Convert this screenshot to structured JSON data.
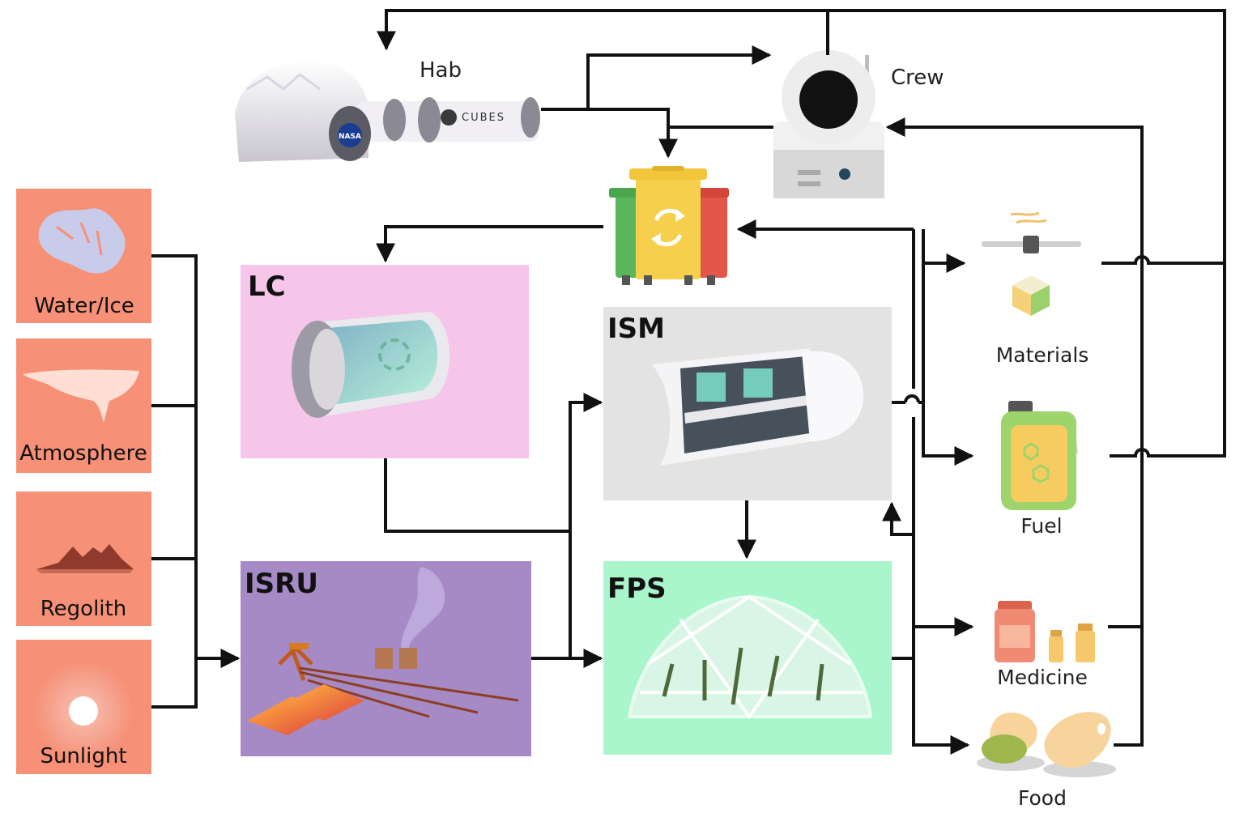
{
  "resources": [
    {
      "label": "Water/Ice",
      "icon": "water-ice-icon"
    },
    {
      "label": "Atmosphere",
      "icon": "atmosphere-icon"
    },
    {
      "label": "Regolith",
      "icon": "regolith-icon"
    },
    {
      "label": "Sunlight",
      "icon": "sunlight-icon"
    }
  ],
  "modules": {
    "lc": {
      "label": "LC",
      "color": "#f5c6ea"
    },
    "isru": {
      "label": "ISRU",
      "color": "#a68ac6"
    },
    "ism": {
      "label": "ISM",
      "color": "#e3e3e4"
    },
    "fps": {
      "label": "FPS",
      "color": "#a9f5cc"
    }
  },
  "hab": {
    "label": "Hab",
    "sign": "CUBES",
    "badge": "NASA"
  },
  "crew": {
    "label": "Crew"
  },
  "recycler": {
    "icon": "recycle-icon"
  },
  "outputs": [
    {
      "label": "Materials",
      "icon": "printer-cube-icon"
    },
    {
      "label": "Fuel",
      "icon": "fuel-can-icon"
    },
    {
      "label": "Medicine",
      "icon": "medicine-bottles-icon"
    },
    {
      "label": "Food",
      "icon": "potato-icon"
    }
  ],
  "colors": {
    "resource_tile": "#f69077",
    "arrow": "#111111"
  }
}
